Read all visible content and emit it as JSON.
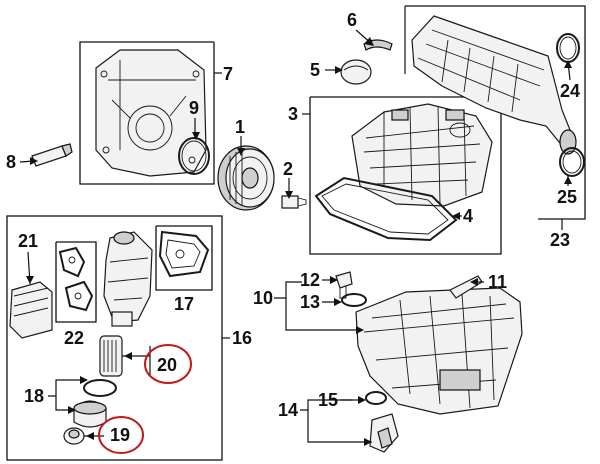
{
  "callouts": {
    "c1": "1",
    "c2": "2",
    "c3": "3",
    "c4": "4",
    "c5": "5",
    "c6": "6",
    "c7": "7",
    "c8": "8",
    "c9": "9",
    "c10": "10",
    "c11": "11",
    "c12": "12",
    "c13": "13",
    "c14": "14",
    "c15": "15",
    "c16": "16",
    "c17": "17",
    "c18": "18",
    "c19": "19",
    "c20": "20",
    "c21": "21",
    "c22": "22",
    "c23": "23",
    "c24": "24",
    "c25": "25"
  },
  "highlighted": [
    "19",
    "20"
  ],
  "colors": {
    "highlight": "#c21a1a",
    "line": "#111111"
  }
}
